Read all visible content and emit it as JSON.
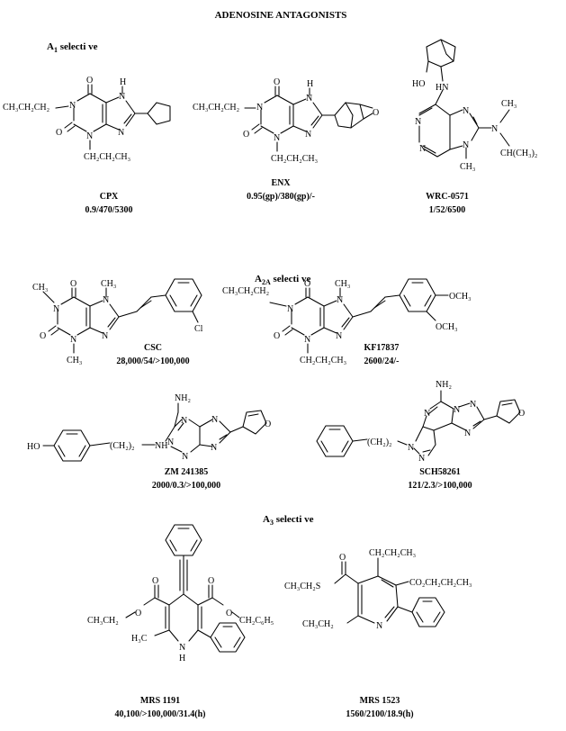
{
  "page": {
    "title": "ADENOSINE ANTAGONISTS"
  },
  "sections": [
    {
      "id": "a1",
      "prefix": "A",
      "sub": "1",
      "label": "selecti ve"
    },
    {
      "id": "a2a",
      "prefix": "A",
      "sub": "2A",
      "label": "selecti ve"
    },
    {
      "id": "a3",
      "prefix": "A",
      "sub": "3",
      "label": "selecti ve"
    }
  ],
  "compounds": [
    {
      "id": "cpx",
      "name": "CPX",
      "values": "0.9/470/5300"
    },
    {
      "id": "enx",
      "name": "ENX",
      "values": "0.95(gp)/380(gp)/-"
    },
    {
      "id": "wrc",
      "name": "WRC-0571",
      "values": "1/52/6500"
    },
    {
      "id": "csc",
      "name": "CSC",
      "values": "28,000/54/>100,000"
    },
    {
      "id": "kf",
      "name": "KF17837",
      "values": "2600/24/-"
    },
    {
      "id": "zm",
      "name": "ZM 241385",
      "values": "2000/0.3/>100,000"
    },
    {
      "id": "sch",
      "name": "SCH58261",
      "values": "121/2.3/>100,000"
    },
    {
      "id": "mrs1191",
      "name": "MRS 1191",
      "values": "40,100/>100,000/31.4(h)"
    },
    {
      "id": "mrs1523",
      "name": "MRS 1523",
      "values": "1560/2100/18.9(h)"
    }
  ],
  "atom_labels": {
    "cpx": {
      "sub1": "CH₃CH₂CH₂",
      "n1": "N",
      "o6": "O",
      "h": "H",
      "n7": "N",
      "o2": "O",
      "n3": "N",
      "n9": "N",
      "sub3": "CH₂CH₂CH₃"
    },
    "enx": {
      "sub1": "CH₃CH₂CH₂",
      "n1": "N",
      "o6": "O",
      "h": "H",
      "n7": "N",
      "o2": "O",
      "n3": "N",
      "n9": "N",
      "sub3": "CH₂CH₂CH₃",
      "oep": "O"
    },
    "wrc": {
      "ho": "HO",
      "hn": "HN",
      "n1": "N",
      "n3": "N",
      "n7": "N",
      "n9": "N",
      "nsub": "N",
      "me": "CH₃",
      "me9": "CH₃",
      "ipr": "CH(CH₃)₂"
    },
    "csc": {
      "me1": "CH₃",
      "o6": "O",
      "me7": "CH₃",
      "n1": "N",
      "n7": "N",
      "o2": "O",
      "n3": "N",
      "n9": "N",
      "me3": "CH₃",
      "cl": "Cl"
    },
    "kf": {
      "sub1": "CH₃CH₂CH₂",
      "n1": "N",
      "o6": "O",
      "me7": "CH₃",
      "n7": "N",
      "o2": "O",
      "n3": "N",
      "n9": "N",
      "sub3": "CH₂CH₂CH₃",
      "ome1": "OCH₃",
      "ome2": "OCH₃"
    },
    "zm": {
      "nh2": "NH₂",
      "ho": "HO",
      "chain": "(CH₂)₂",
      "nh": "NH",
      "n1": "N",
      "n2": "N",
      "n3": "N",
      "n4": "N",
      "n5": "N",
      "o": "O"
    },
    "sch": {
      "nh2": "NH₂",
      "chain": "(CH₂)₂",
      "n1": "N",
      "n2": "N",
      "n3": "N",
      "n4": "N",
      "n5": "N",
      "n6": "N",
      "o": "O"
    },
    "mrs1191": {
      "ester1": "CH₃CH₂",
      "o1": "O",
      "o2": "O",
      "o3": "O",
      "o4": "O",
      "ester2": "CH₂C₆H₅",
      "me": "H₃C",
      "n": "N",
      "h": "H"
    },
    "mrs1523": {
      "o": "O",
      "sr": "CH₃CH₂S",
      "pr": "CH₂CH₂CH₃",
      "co2": "CO₂CH₂CH₂CH₃",
      "et": "CH₃CH₂",
      "n": "N"
    }
  }
}
